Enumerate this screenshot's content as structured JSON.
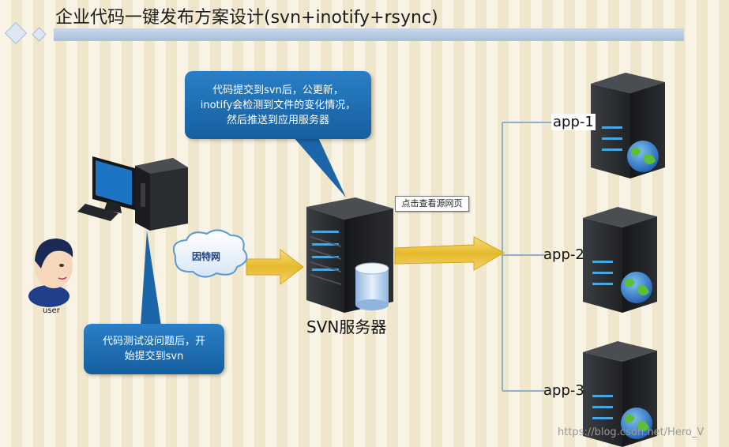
{
  "title": "企业代码一键发布方案设计(svn+inotify+rsync)",
  "callout_top": {
    "lines": [
      "代码提交到svn后，公更新，",
      "inotify会检测到文件的变化情况，",
      "然后推送到应用服务器"
    ]
  },
  "callout_bottom": {
    "lines": [
      "代码测试没问题后，开",
      "始提交到svn"
    ]
  },
  "internet_label": "因特网",
  "user_label": "user",
  "svn_server_label": "SVN服务器",
  "tooltip": "点击查看源网页",
  "app_servers": [
    "app-1",
    "app-2",
    "app-3"
  ],
  "watermark": "https://blog.csdn.net/Hero_V",
  "colors": {
    "callout": "#1f6fb4",
    "arrow": "#e8c040",
    "connector": "#8fb0c8",
    "server": "#2a2d30",
    "title_bar": "#b4c8e2"
  }
}
